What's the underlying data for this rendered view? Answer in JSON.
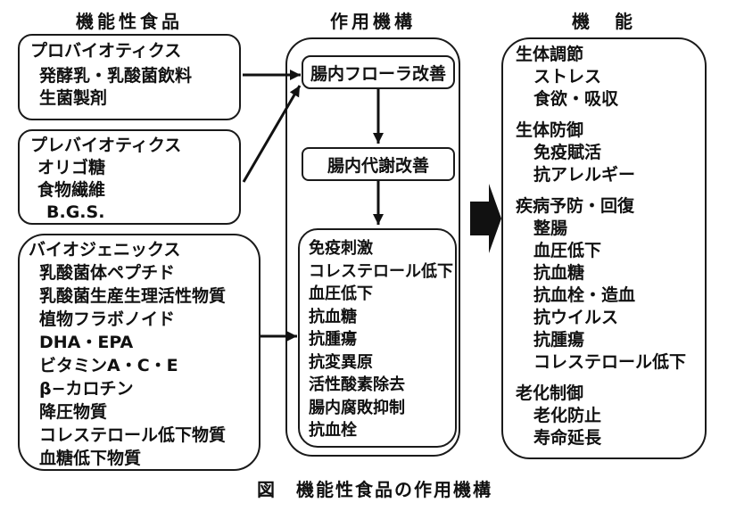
{
  "headers": {
    "left": "機能性食品",
    "center": "作用機構",
    "right": "機　能"
  },
  "left_column": {
    "boxes": [
      {
        "title": "プロバイオティクス",
        "items": [
          "発酵乳・乳酸菌飲料",
          "生菌製剤"
        ]
      },
      {
        "title": "プレバイオティクス",
        "items": [
          "オリゴ糖",
          "食物繊維",
          "B.G.S."
        ]
      },
      {
        "title": "バイオジェニックス",
        "items": [
          "乳酸菌体ペプチド",
          "乳酸菌生産生理活性物質",
          "植物フラボノイド",
          "DHA・EPA",
          "ビタミンA・C・E",
          "β−カロチン",
          "降圧物質",
          "コレステロール低下物質",
          "血糖低下物質"
        ]
      }
    ]
  },
  "center_column": {
    "step1": "腸内フローラ改善",
    "step2": "腸内代謝改善",
    "effects": [
      "免疫刺激",
      "コレステロール低下",
      "血圧低下",
      "抗血糖",
      "抗腫瘍",
      "抗変異原",
      "活性酸素除去",
      "腸内腐敗抑制",
      "抗血栓"
    ]
  },
  "right_column": {
    "groups": [
      {
        "title": "生体調節",
        "items": [
          "ストレス",
          "食欲・吸収"
        ]
      },
      {
        "title": "生体防御",
        "items": [
          "免疫賦活",
          "抗アレルギー"
        ]
      },
      {
        "title": "疾病予防・回復",
        "items": [
          "整腸",
          "血圧低下",
          "抗血糖",
          "抗血栓・造血",
          "抗ウイルス",
          "抗腫瘍",
          "コレステロール低下"
        ]
      },
      {
        "title": "老化制御",
        "items": [
          "老化防止",
          "寿命延長"
        ]
      }
    ]
  },
  "caption": "図　機能性食品の作用機構",
  "colors": {
    "ink": "#1a1a1a",
    "background": "#ffffff"
  }
}
